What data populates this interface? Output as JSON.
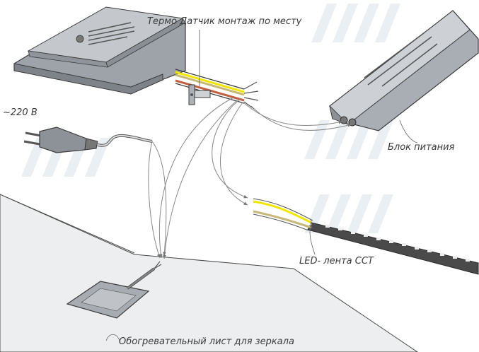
{
  "labels": {
    "thermo_sensor": "Термо Датчик монтаж по месту",
    "voltage": "~220 В",
    "power_supply": "Блок питания",
    "led_strip": "LED- лента CCT",
    "heater_sheet": "Обогревательный лист для зеркала"
  },
  "colors": {
    "outline": "#3a3a3a",
    "device_fill": "#a8adb3",
    "device_top": "#c3c7cc",
    "mirror_fill": "#e6e8ea",
    "wire_yellow": "#f2e600",
    "wire_white": "#ffffff",
    "watermark": "#e3e9f1",
    "strip_body": "#4a4a4a"
  },
  "icons": [
    "plug-icon",
    "controller-box-icon",
    "power-supply-icon",
    "heater-pad-icon",
    "led-strip-icon",
    "thermo-sensor-icon"
  ]
}
